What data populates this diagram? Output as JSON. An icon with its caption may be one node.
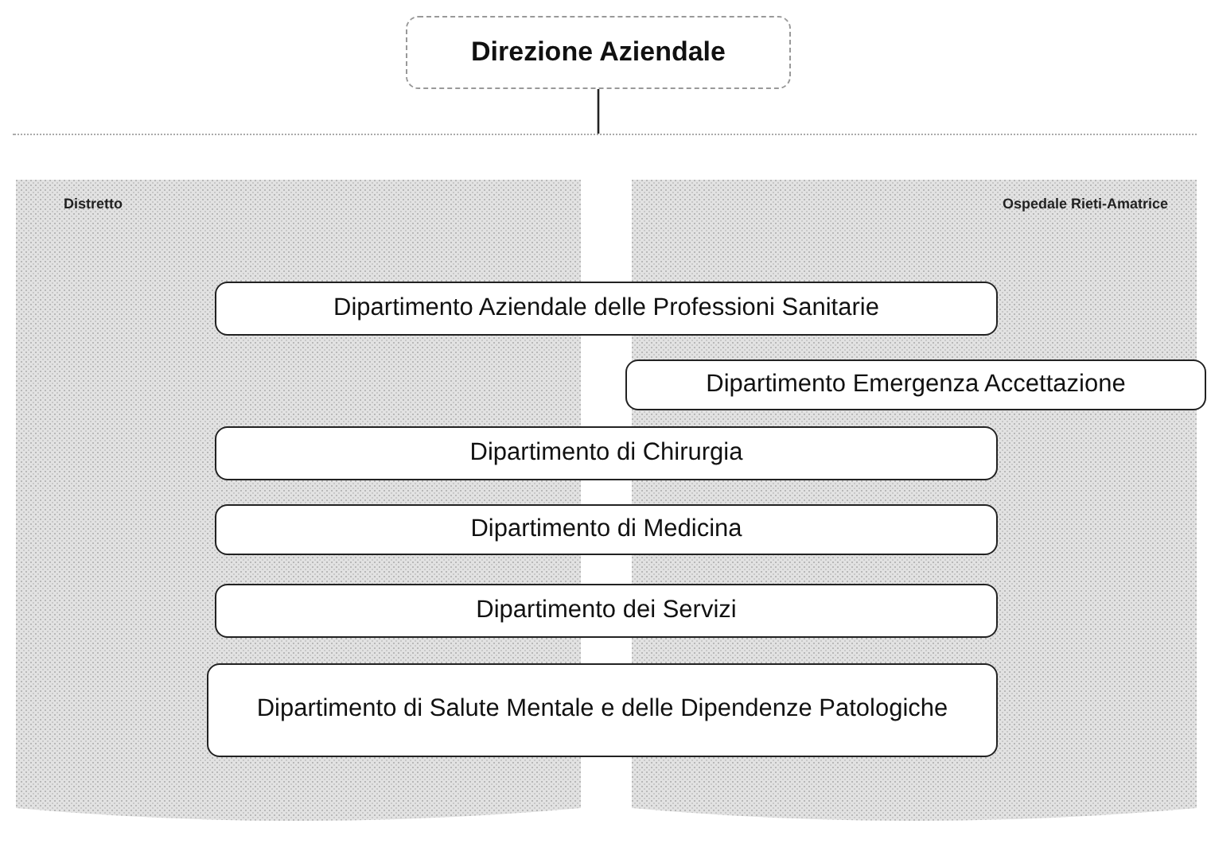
{
  "diagram": {
    "nodes": [
      {
        "text": [
          "Direzione Aziendale"
        ]
      },
      {
        "text": [],
        "shape": "bar"
      },
      {
        "text": [
          "Distretto"
        ]
      },
      {
        "text": [
          "Ospedale Rieti-Amatrice"
        ]
      },
      {
        "text": [
          "Dipartimento Aziendale delle Professioni Sanitarie"
        ]
      },
      {
        "text": [
          "Dipartimento Emergenza Accettazione"
        ],
        "in": 3
      },
      {
        "text": [
          "Dipartimento di Chirurgia"
        ]
      },
      {
        "text": [
          "Dipartimento di Medicina"
        ]
      },
      {
        "text": [
          "Dipartimento dei Servizi"
        ]
      },
      {
        "text": [
          "Dipartimento di Salute Mentale e delle Dipendenze Patologiche"
        ]
      }
    ],
    "edges": [
      {
        "from": 0,
        "to": 1,
        "arrow": "none"
      }
    ]
  }
}
